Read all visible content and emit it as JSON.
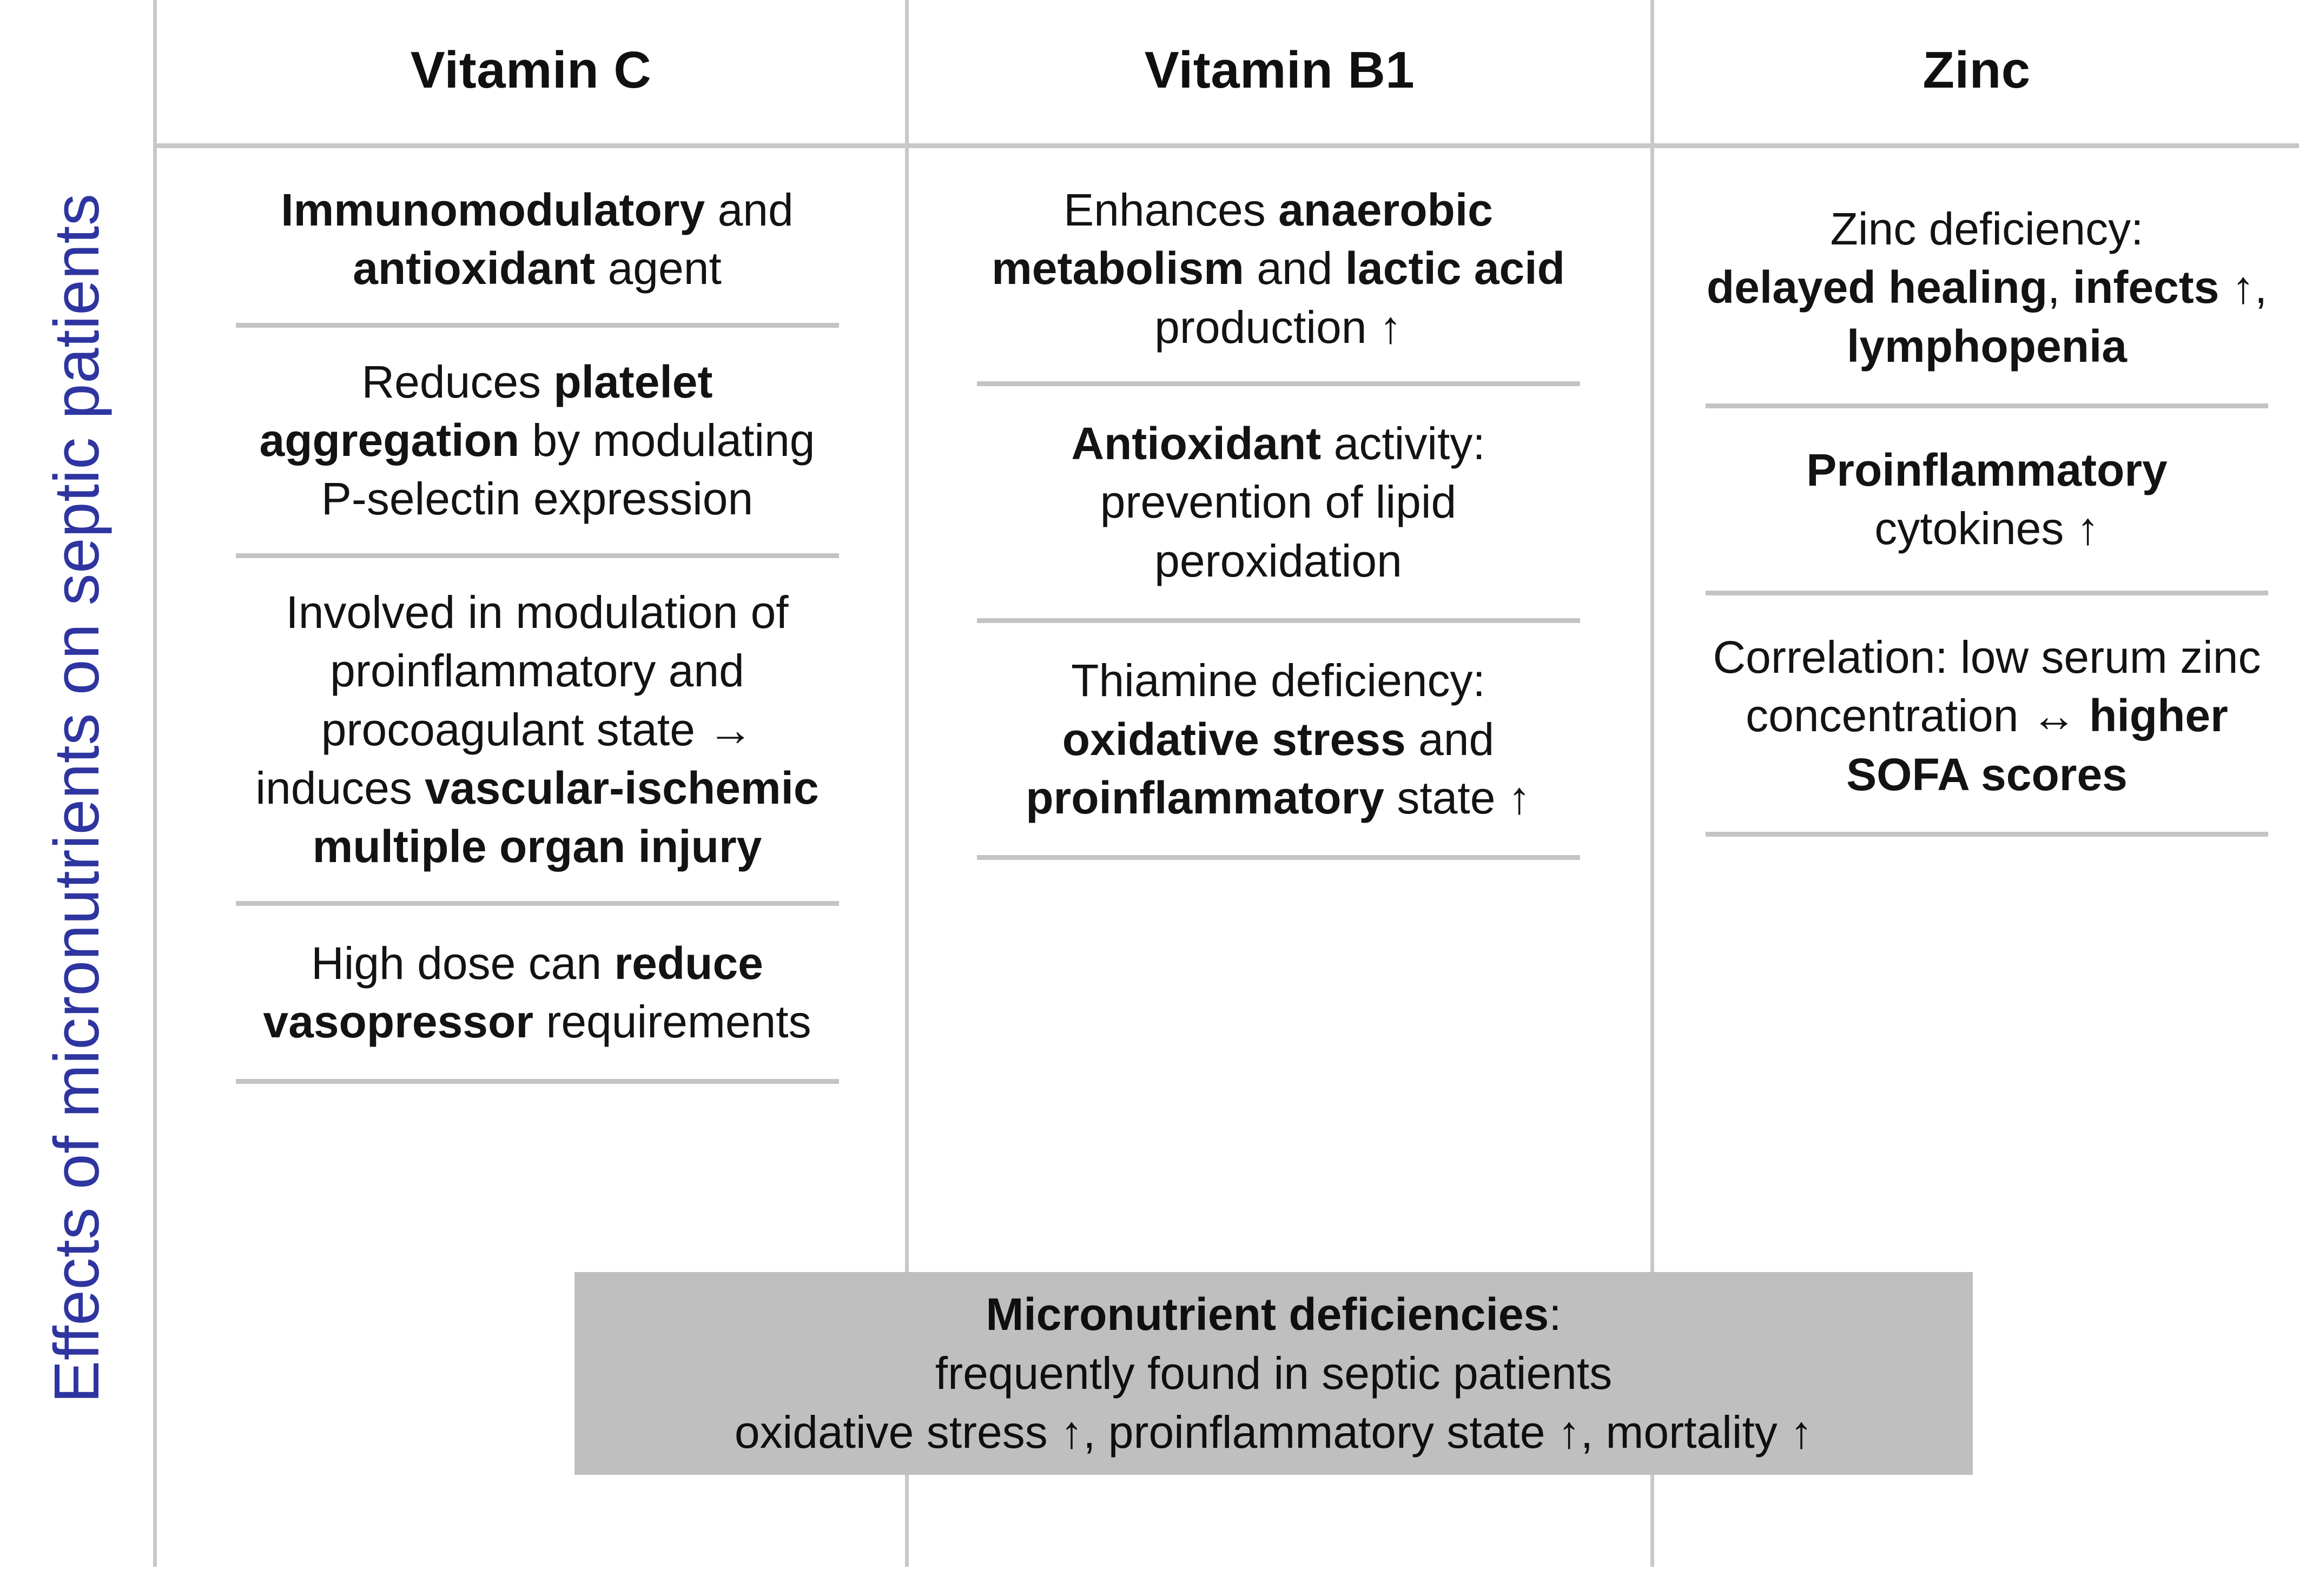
{
  "side_title": "Effects of micronutrients on septic patients",
  "accent_color": "#2E35A0",
  "rule_color": "#c4c4c4",
  "summary_box_color": "#bfbfbf",
  "columns": [
    {
      "header": "Vitamin C",
      "blocks": [
        {
          "lines": [
            [
              {
                "t": "Immunomodulatory",
                "b": true
              },
              {
                "t": " and",
                "b": false
              }
            ],
            [
              {
                "t": "antioxidant",
                "b": true
              },
              {
                "t": " agent",
                "b": false
              }
            ]
          ],
          "plain": "Immunomodulatory and antioxidant agent"
        },
        {
          "lines": [
            [
              {
                "t": "Reduces ",
                "b": false
              },
              {
                "t": "platelet",
                "b": true
              }
            ],
            [
              {
                "t": "aggregation",
                "b": true
              },
              {
                "t": " by modulating",
                "b": false
              }
            ],
            [
              {
                "t": "P-selectin expression",
                "b": false
              }
            ]
          ],
          "plain": "Reduces platelet aggregation by modulating P-selectin expression"
        },
        {
          "lines": [
            [
              {
                "t": "Involved in modulation of",
                "b": false
              }
            ],
            [
              {
                "t": "proinflammatory and",
                "b": false
              }
            ],
            [
              {
                "t": "procoagulant state →",
                "b": false
              }
            ],
            [
              {
                "t": "induces ",
                "b": false
              },
              {
                "t": "vascular-ischemic",
                "b": true
              }
            ],
            [
              {
                "t": "multiple organ injury",
                "b": true
              }
            ]
          ],
          "plain": "Involved in modulation of proinflammatory and procoagulant state → induces vascular-ischemic multiple organ injury"
        },
        {
          "lines": [
            [
              {
                "t": "High dose can ",
                "b": false
              },
              {
                "t": "reduce",
                "b": true
              }
            ],
            [
              {
                "t": "vasopressor",
                "b": true
              },
              {
                "t": " requirements",
                "b": false
              }
            ]
          ],
          "plain": "High dose can reduce vasopressor requirements"
        }
      ]
    },
    {
      "header": "Vitamin B1",
      "blocks": [
        {
          "lines": [
            [
              {
                "t": "Enhances ",
                "b": false
              },
              {
                "t": "anaerobic",
                "b": true
              }
            ],
            [
              {
                "t": "metabolism",
                "b": true
              },
              {
                "t": " and ",
                "b": false
              },
              {
                "t": "lactic acid",
                "b": true
              }
            ],
            [
              {
                "t": "production ↑",
                "b": false
              }
            ]
          ],
          "plain": "Enhances anaerobic metabolism and lactic acid production ↑"
        },
        {
          "lines": [
            [
              {
                "t": "Antioxidant",
                "b": true
              },
              {
                "t": " activity:",
                "b": false
              }
            ],
            [
              {
                "t": "prevention of lipid",
                "b": false
              }
            ],
            [
              {
                "t": "peroxidation",
                "b": false
              }
            ]
          ],
          "plain": "Antioxidant activity: prevention of lipid peroxidation"
        },
        {
          "lines": [
            [
              {
                "t": "Thiamine deficiency:",
                "b": false
              }
            ],
            [
              {
                "t": "oxidative stress",
                "b": true
              },
              {
                "t": " and",
                "b": false
              }
            ],
            [
              {
                "t": "proinflammatory",
                "b": true
              },
              {
                "t": " state ↑",
                "b": false
              }
            ]
          ],
          "plain": "Thiamine deficiency: oxidative stress and proinflammatory state ↑"
        }
      ]
    },
    {
      "header": "Zinc",
      "blocks": [
        {
          "lines": [
            [
              {
                "t": "Zinc deficiency:",
                "b": false
              }
            ],
            [
              {
                "t": "delayed healing",
                "b": true
              },
              {
                "t": ", ",
                "b": false
              },
              {
                "t": "infects ↑",
                "b": true
              },
              {
                "t": ",",
                "b": false
              }
            ],
            [
              {
                "t": "lymphopenia",
                "b": true
              }
            ]
          ],
          "plain": "Zinc deficiency: delayed healing, infects ↑, lymphopenia"
        },
        {
          "lines": [
            [
              {
                "t": "Proinflammatory",
                "b": true
              }
            ],
            [
              {
                "t": "cytokines ↑",
                "b": false
              }
            ]
          ],
          "plain": "Proinflammatory cytokines ↑"
        },
        {
          "lines": [
            [
              {
                "t": "Correlation: low serum zinc",
                "b": false
              }
            ],
            [
              {
                "t": "concentration ↔ ",
                "b": false
              },
              {
                "t": "higher",
                "b": true
              }
            ],
            [
              {
                "t": "SOFA scores",
                "b": true
              }
            ]
          ],
          "plain": "Correlation: low serum zinc concentration ↔ higher SOFA scores"
        }
      ]
    }
  ],
  "summary": {
    "lines": [
      [
        {
          "t": "Micronutrient deficiencies",
          "b": true
        },
        {
          "t": ":",
          "b": false
        }
      ],
      [
        {
          "t": "frequently found in septic patients",
          "b": false
        }
      ],
      [
        {
          "t": "oxidative stress ↑, proinflammatory state ↑, mortality ↑",
          "b": false
        }
      ]
    ],
    "plain": "Micronutrient deficiencies: frequently found in septic patients oxidative stress ↑, proinflammatory state ↑, mortality ↑"
  }
}
